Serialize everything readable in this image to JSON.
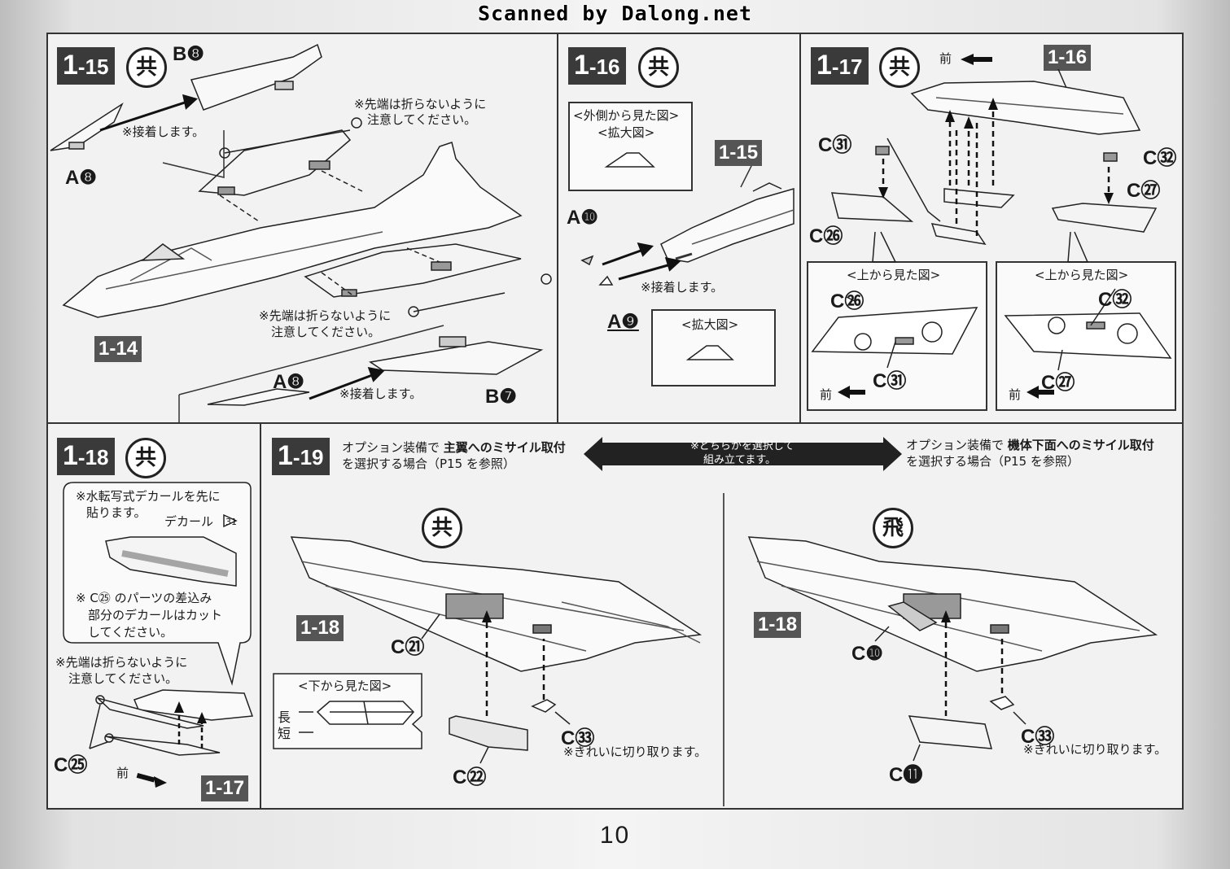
{
  "watermark": "Scanned by Dalong.net",
  "page_number": "10",
  "glyphs": {
    "kyo": "共",
    "hi": "飛"
  },
  "step_1_15": {
    "num_big": "1",
    "num_small": "-15",
    "parts": {
      "b8_top": "B❽",
      "a8_left": "A❽",
      "a8_bottom": "A❽",
      "b7": "B❼"
    },
    "notes": {
      "glue_top": "※接着します。",
      "tip_top_1": "※先端は折らないように",
      "tip_top_2": "注意してください。",
      "tip_mid_1": "※先端は折らないように",
      "tip_mid_2": "注意してください。",
      "glue_bottom": "※接着します。"
    },
    "ref_1_14": "1-14"
  },
  "step_1_16": {
    "num_big": "1",
    "num_small": "-16",
    "box_outer_title_1": "<外側から見た図>",
    "box_outer_title_2": "<拡大図>",
    "box_zoom_title": "<拡大図>",
    "ref_1_15": "1-15",
    "parts": {
      "a10": "A❿",
      "a9": "A❾"
    },
    "glue": "※接着します。"
  },
  "step_1_17": {
    "num_big": "1",
    "num_small": "-17",
    "front_top": "前",
    "ref_1_16": "1-16",
    "parts": {
      "c31": "C㉛",
      "c26": "C㉖",
      "c32": "C㉜",
      "c27": "C㉗",
      "c26_box": "C㉖",
      "c31_box": "C㉛",
      "c32_box": "C㉜",
      "c27_box": "C㉗"
    },
    "box_left_title": "<上から見た図>",
    "box_right_title": "<上から見た図>",
    "front_left": "前",
    "front_right": "前"
  },
  "step_1_18": {
    "num_big": "1",
    "num_small": "-18",
    "callout_1": "※水転写式デカールを先に",
    "callout_2": "貼ります。",
    "decal_label": "デカール",
    "decal_num": "31",
    "callout_3": "※ C㉕ のパーツの差込み",
    "callout_4": "部分のデカールはカット",
    "callout_5": "してください。",
    "tip_1": "※先端は折らないように",
    "tip_2": "注意してください。",
    "part_c25": "C㉕",
    "front": "前",
    "ref_1_17": "1-17"
  },
  "step_1_19": {
    "num_big": "1",
    "num_small": "-19",
    "left_option_1a": "オプション装備で",
    "left_option_1b": "主翼へのミサイル取付",
    "left_option_2": "を選択する場合（P15 を参照）",
    "center_note_1": "※どちらかを選択して",
    "center_note_2": "組み立てます。",
    "right_option_1a": "オプション装備で",
    "right_option_1b": "機体下面へのミサイル取付",
    "right_option_2": "を選択する場合（P15 を参照）",
    "left_ref": "1-18",
    "right_ref": "1-18",
    "left_parts": {
      "c21": "C㉑",
      "c33": "C㉝",
      "c22": "C㉒"
    },
    "right_parts": {
      "c10": "C❿",
      "c33": "C㉝",
      "c11": "C⓫"
    },
    "cut_note_left": "※きれいに切り取ります。",
    "cut_note_right": "※きれいに切り取ります。",
    "bottom_view_title": "<下から見た図>",
    "long_label": "長",
    "short_label": "短"
  }
}
